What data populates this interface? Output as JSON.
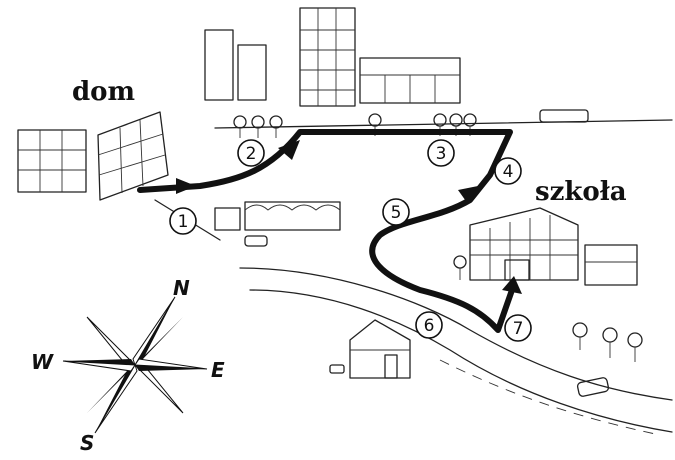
{
  "labels": {
    "home": "dom",
    "school": "szkoła"
  },
  "compass": {
    "north": "N",
    "south": "S",
    "east": "E",
    "west": "W"
  },
  "waypoints": [
    "1",
    "2",
    "3",
    "4",
    "5",
    "6",
    "7"
  ],
  "colors": {
    "ink": "#111111",
    "paper": "#ffffff"
  }
}
